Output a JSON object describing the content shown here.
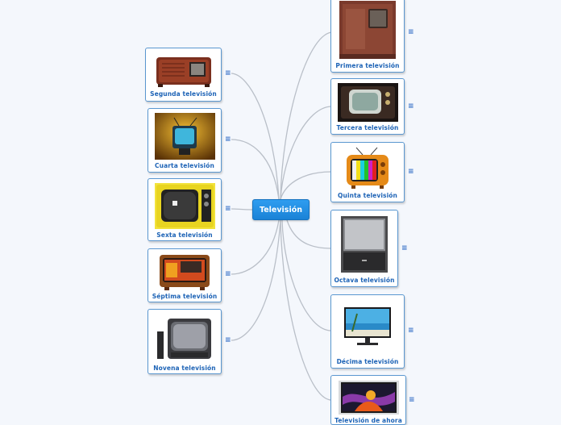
{
  "root": {
    "label": "Televisión"
  },
  "menu_glyph": "≡",
  "nodes": [
    {
      "id": "n1",
      "label": "Primera televisión",
      "icon": "wooden-console-tv"
    },
    {
      "id": "n2",
      "label": "Segunda televisión",
      "icon": "vintage-radio-tv"
    },
    {
      "id": "n3",
      "label": "Tercera televisión",
      "icon": "1950s-tv"
    },
    {
      "id": "n4",
      "label": "Cuarta televisión",
      "icon": "orange-tv-screen"
    },
    {
      "id": "n5",
      "label": "Quinta televisión",
      "icon": "color-bars-tv"
    },
    {
      "id": "n6",
      "label": "Sexta televisión",
      "icon": "yellow-retro-tv"
    },
    {
      "id": "n7",
      "label": "Séptima televisión",
      "icon": "wood-frame-tv"
    },
    {
      "id": "n8",
      "label": "Octava televisión",
      "icon": "rear-projection-tv"
    },
    {
      "id": "n9",
      "label": "Novena televisión",
      "icon": "crt-tv-with-speakers"
    },
    {
      "id": "n10",
      "label": "Décima televisión",
      "icon": "flat-screen-tv"
    },
    {
      "id": "n11",
      "label": "Televisión de ahora",
      "icon": "modern-led-tv"
    }
  ]
}
